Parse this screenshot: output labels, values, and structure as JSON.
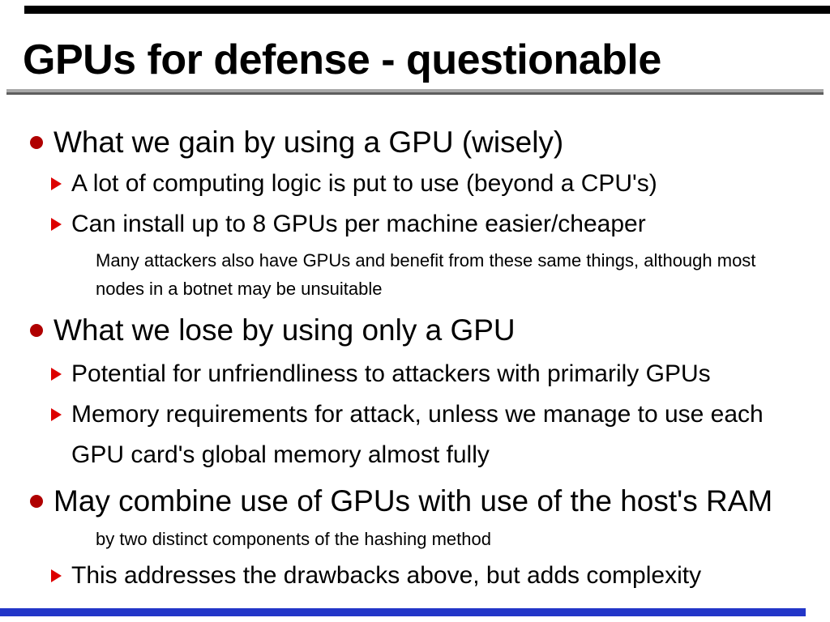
{
  "slide": {
    "title": "GPUs for defense - questionable",
    "items": [
      {
        "level": 1,
        "bullet": "circle-bullet-icon",
        "text": "What we gain by using a GPU (wisely)"
      },
      {
        "level": 2,
        "bullet": "triangle-bullet-icon",
        "text": "A lot of computing logic is put to use (beyond a CPU's)"
      },
      {
        "level": 2,
        "bullet": "triangle-bullet-icon",
        "text": "Can install up to 8 GPUs per machine easier/cheaper"
      },
      {
        "level": 3,
        "bullet": "none",
        "text": "Many attackers also have GPUs and benefit from these same things, although most",
        "text2": "nodes in a botnet may be unsuitable"
      },
      {
        "level": 1,
        "bullet": "circle-bullet-icon",
        "text": "What we lose by using only a GPU"
      },
      {
        "level": 2,
        "bullet": "triangle-bullet-icon",
        "text": "Potential for unfriendliness to attackers with primarily GPUs"
      },
      {
        "level": 2,
        "bullet": "triangle-bullet-icon",
        "text": "Memory requirements for attack, unless we manage to use each",
        "text2": "GPU card's global memory almost fully"
      },
      {
        "level": 1,
        "bullet": "circle-bullet-icon",
        "text": "May combine use of GPUs with use of the host's RAM"
      },
      {
        "level": 3,
        "bullet": "none",
        "text": "by two distinct components of the hashing method"
      },
      {
        "level": 2,
        "bullet": "triangle-bullet-icon",
        "text": "This addresses the drawbacks above, but adds complexity"
      }
    ]
  },
  "colors": {
    "background": "#ffffff",
    "text": "#000000",
    "level1_bullet": "#b00000",
    "level2_bullet": "#dd0000",
    "top_bar": "#000000",
    "bottom_bar": "#2236c8",
    "rule_light": "#a8a8a8",
    "rule_dark": "#5e5e5e"
  }
}
